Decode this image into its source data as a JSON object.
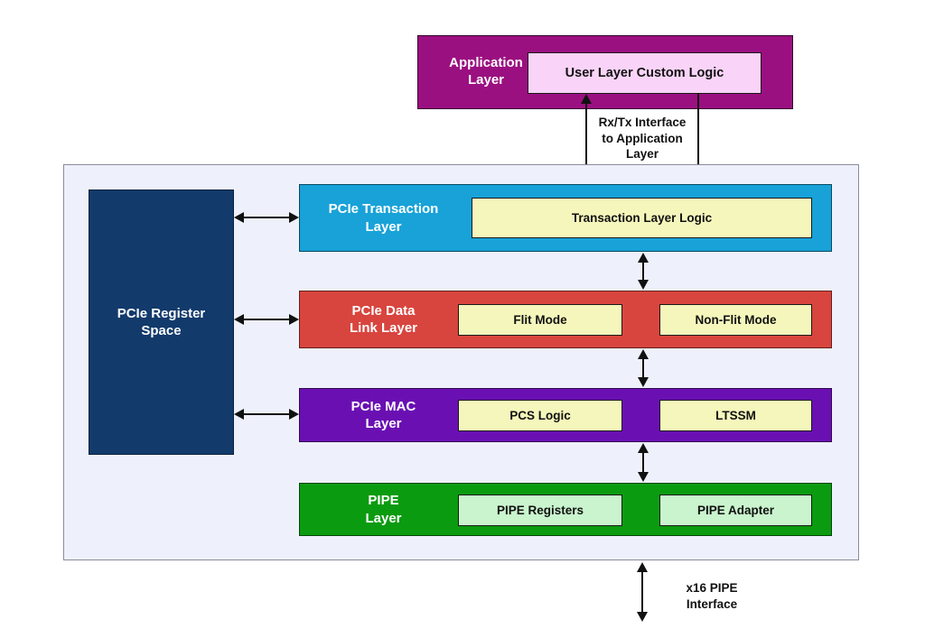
{
  "colors": {
    "page_bg": "#ffffff",
    "container_bg": "#eef1fb",
    "container_border": "#8b8b9e",
    "app_layer_bg": "#9b1080",
    "app_inner_bg": "#fad4f8",
    "register_bg": "#123a6b",
    "transaction_bg": "#18a2d8",
    "datalink_bg": "#d8453e",
    "mac_bg": "#6a10b3",
    "pipe_bg": "#0b9b10",
    "yellow_box_bg": "#f5f6bb",
    "light_green_box_bg": "#c9f4cd",
    "arrow_color": "#111111"
  },
  "application_layer": {
    "label": "Application\nLayer",
    "inner_box": "User Layer Custom Logic"
  },
  "register_space": {
    "label": "PCIe Register\nSpace"
  },
  "layers": [
    {
      "name": "PCIe Transaction\nLayer",
      "boxes": [
        "Transaction Layer Logic"
      ]
    },
    {
      "name": "PCIe Data\nLink Layer",
      "boxes": [
        "Flit Mode",
        "Non-Flit Mode"
      ]
    },
    {
      "name": "PCIe MAC\nLayer",
      "boxes": [
        "PCS Logic",
        "LTSSM"
      ]
    },
    {
      "name": "PIPE\nLayer",
      "boxes": [
        "PIPE Registers",
        "PIPE Adapter"
      ]
    }
  ],
  "interface_labels": {
    "rx_tx": "Rx/Tx Interface\nto Application\nLayer",
    "x16_pipe": "x16 PIPE\nInterface"
  }
}
